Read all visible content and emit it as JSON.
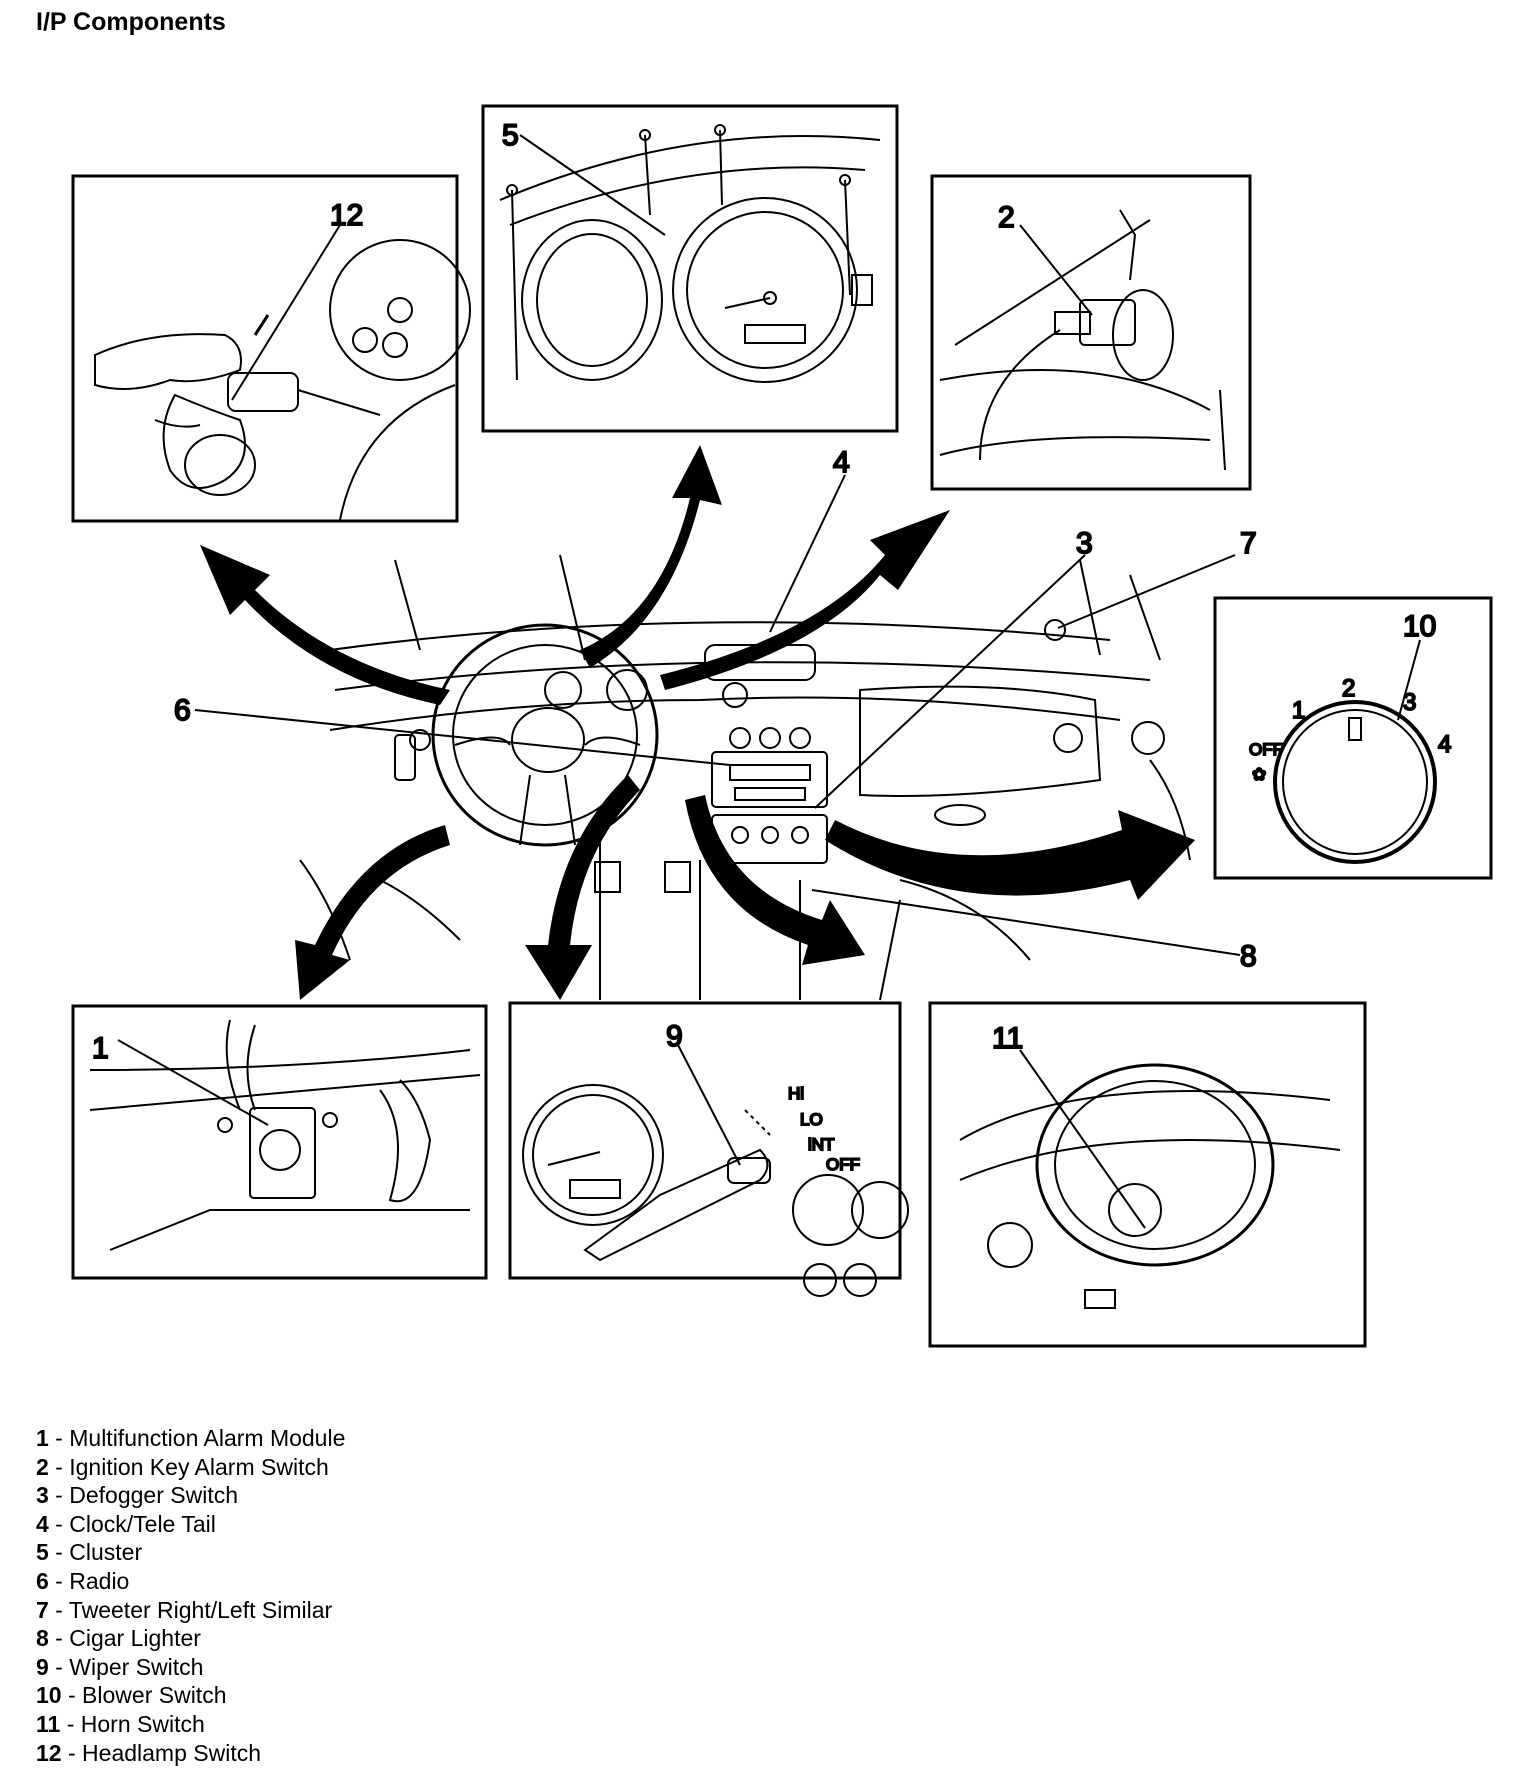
{
  "title": "I/P Components",
  "callouts": [
    "1",
    "2",
    "3",
    "4",
    "5",
    "6",
    "7",
    "8",
    "9",
    "10",
    "11",
    "12"
  ],
  "wiper_positions": [
    "Hi",
    "LO",
    "iNT",
    "OFF"
  ],
  "blower": {
    "off_label": "OFF",
    "positions": [
      "1",
      "2",
      "3",
      "4"
    ]
  },
  "legend": [
    {
      "num": "1",
      "sep": " - ",
      "text": "Multifunction Alarm Module"
    },
    {
      "num": "2",
      "sep": " - ",
      "text": "Ignition Key Alarm Switch"
    },
    {
      "num": "3",
      "sep": " - ",
      "text": "Defogger Switch"
    },
    {
      "num": "4",
      "sep": " - ",
      "text": "Clock/Tele Tail"
    },
    {
      "num": "5",
      "sep": " - ",
      "text": "Cluster"
    },
    {
      "num": "6",
      "sep": " - ",
      "text": "Radio"
    },
    {
      "num": "7",
      "sep": " - ",
      "text": "Tweeter Right/Left Similar"
    },
    {
      "num": "8",
      "sep": " - ",
      "text": "Cigar Lighter"
    },
    {
      "num": "9",
      "sep": " - ",
      "text": "Wiper Switch"
    },
    {
      "num": "10",
      "sep": " - ",
      "text": "Blower Switch"
    },
    {
      "num": "11",
      "sep": " - ",
      "text": "Horn Switch"
    },
    {
      "num": "12",
      "sep": " - ",
      "text": "Headlamp Switch"
    }
  ]
}
